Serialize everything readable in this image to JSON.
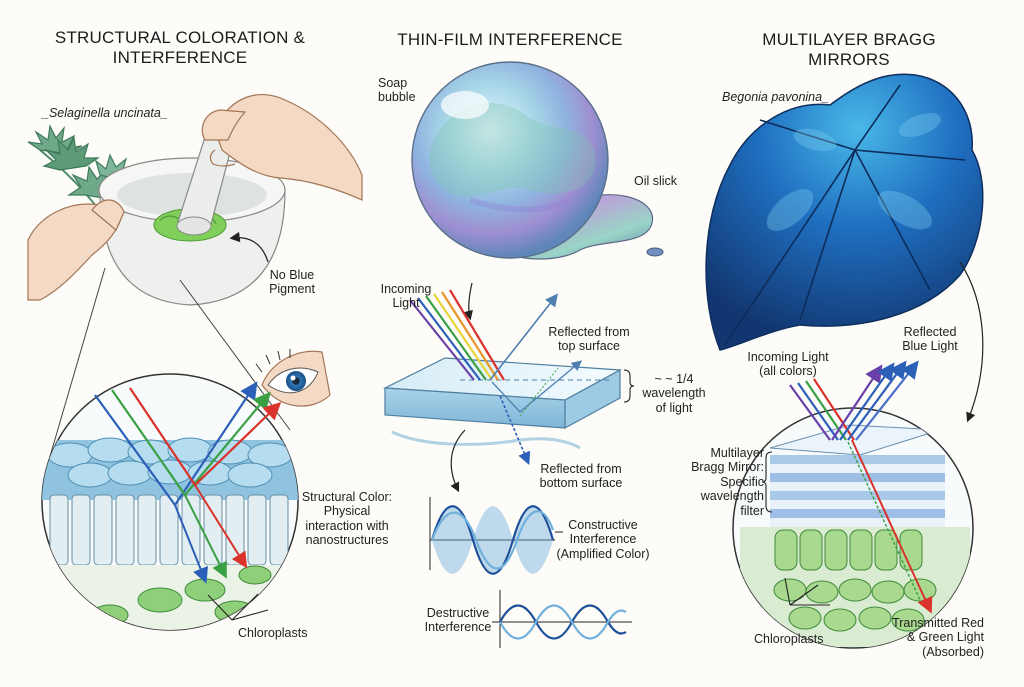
{
  "panels": {
    "structural": {
      "title": "STRUCTURAL COLORATION & INTERFERENCE",
      "species": "_Selaginella uncinata_",
      "no_blue_pigment": "No Blue Pigment",
      "structural_color": "Structural Color: Physical interaction with nanostructures",
      "chloroplasts": "Chloroplasts"
    },
    "thinfilm": {
      "title": "THIN-FILM INTERFERENCE",
      "soap_bubble": "Soap bubble",
      "oil_slick": "Oil slick",
      "incoming_light": "Incoming Light",
      "reflected_top": "Reflected from top surface",
      "quarter_wavelength": "~ ~ 1/4 wavelength of light",
      "reflected_bottom": "Reflected from bottom surface",
      "constructive": "Constructive Interference (Amplified Color)",
      "destructive": "Destructive Interference"
    },
    "bragg": {
      "title": "MULTILAYER BRAGG MIRRORS",
      "species": "Begonia pavonina_",
      "reflected_blue": "Reflected Blue Light",
      "incoming_light": "Incoming Light (all colors)",
      "multilayer": "Multilayer Bragg Mirror: Specific wavelength filter",
      "chloroplasts": "Chloroplasts",
      "transmitted": "Transmitted Red & Green Light (Absorbed)"
    }
  },
  "colors": {
    "ray_red": "#d9332b",
    "ray_green": "#3aa043",
    "ray_blue": "#2c5fb8",
    "ray_violet": "#6a3fa8",
    "ray_orange": "#e8962a",
    "ray_yellow": "#e9d43a",
    "leaf_green": "#5c9a6a",
    "leaf_blue": "#1f6fc0",
    "wave_dark": "#1d4f9a",
    "wave_light": "#6fb0dc"
  }
}
